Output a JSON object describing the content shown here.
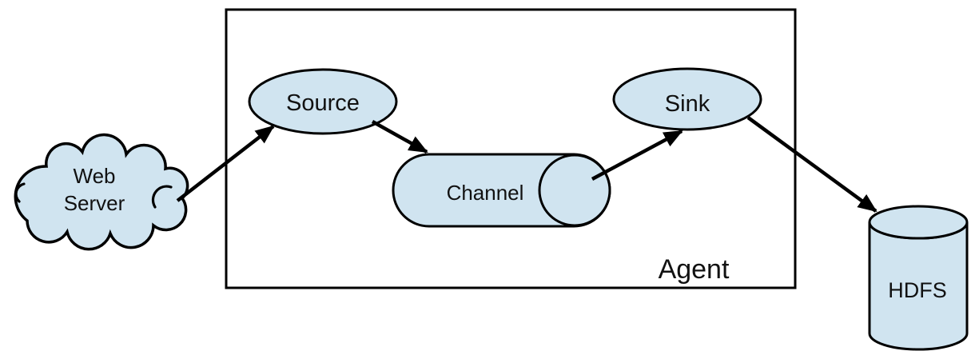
{
  "diagram": {
    "colors": {
      "node_fill": "#d0e4f0",
      "outline": "#000000",
      "background": "#ffffff"
    },
    "nodes": {
      "web_server": {
        "line1": "Web",
        "line2": "Server"
      },
      "source": {
        "label": "Source"
      },
      "channel": {
        "label": "Channel"
      },
      "sink": {
        "label": "Sink"
      },
      "agent": {
        "label": "Agent"
      },
      "hdfs": {
        "label": "HDFS"
      }
    },
    "edges": [
      {
        "from": "Web Server",
        "to": "Source"
      },
      {
        "from": "Source",
        "to": "Channel"
      },
      {
        "from": "Channel",
        "to": "Sink"
      },
      {
        "from": "Sink",
        "to": "HDFS"
      }
    ]
  }
}
